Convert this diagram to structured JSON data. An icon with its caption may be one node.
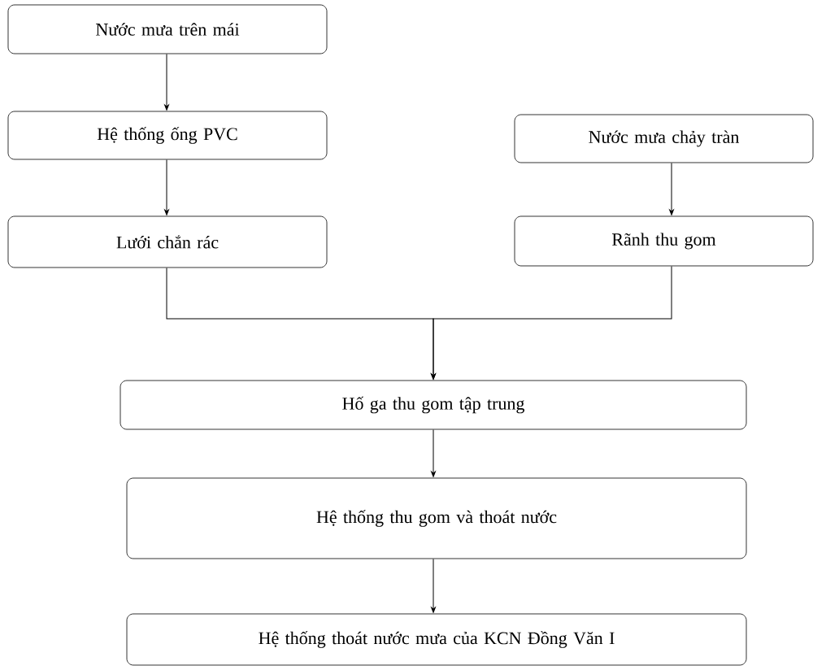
{
  "diagram": {
    "nodes": [
      {
        "text": [
          "Nước mưa trên mái"
        ]
      },
      {
        "text": [
          "Hệ thống ống PVC"
        ]
      },
      {
        "text": [
          "Lưới chắn rác"
        ]
      },
      {
        "text": [
          "Nước mưa chảy tràn"
        ]
      },
      {
        "text": [
          "Rãnh thu gom"
        ]
      },
      {
        "text": [
          "Hố ga thu gom tập trung"
        ]
      },
      {
        "text": [
          "Hệ thống thu gom và thoát nước"
        ]
      },
      {
        "text": [
          "Hệ thống thoát nước mưa của KCN Đồng Văn I"
        ]
      }
    ],
    "edges": [
      {
        "from": 0,
        "to": 1,
        "arrow": "to"
      },
      {
        "from": 1,
        "to": 2,
        "arrow": "to"
      },
      {
        "from": 3,
        "to": 4,
        "arrow": "to"
      },
      {
        "from": 2,
        "to": 5,
        "arrow": "to"
      },
      {
        "from": 4,
        "to": 5,
        "arrow": "to"
      },
      {
        "from": 5,
        "to": 6,
        "arrow": "to"
      },
      {
        "from": 6,
        "to": 7,
        "arrow": "to"
      }
    ]
  }
}
